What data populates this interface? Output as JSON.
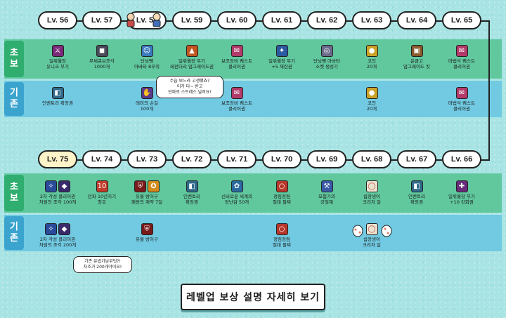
{
  "row_labels": {
    "beginner": "초\n보",
    "existing": "기\n존"
  },
  "top_levels": [
    "Lv. 56",
    "Lv. 57",
    "Lv. 58",
    "Lv. 59",
    "Lv. 60",
    "Lv. 61",
    "Lv. 62",
    "Lv. 63",
    "Lv. 64",
    "Lv. 65"
  ],
  "bottom_levels": [
    "Lv. 75",
    "Lv. 74",
    "Lv. 73",
    "Lv. 72",
    "Lv. 71",
    "Lv. 70",
    "Lv. 69",
    "Lv. 68",
    "Lv. 67",
    "Lv. 66"
  ],
  "top_beginner": [
    {
      "caption": "일뤼월장\n유니크 무기",
      "icons": [
        "sword-icon"
      ]
    },
    {
      "caption": "무셰큐브조각\n1000개",
      "icons": [
        "cube-icon"
      ]
    },
    {
      "caption": "단닝뺑\n아바타 8부위",
      "icons": [
        "avatar-icon"
      ]
    },
    {
      "caption": "일뤼월장 무기\n레전더리 업그레이드권",
      "icons": [
        "upgrade-scroll-icon"
      ]
    },
    {
      "caption": "보조장비 퀘스트\n클리어권",
      "icons": [
        "ticket-icon"
      ]
    },
    {
      "caption": "일뤼월장 무기\n+5 재련권",
      "icons": [
        "refine-icon"
      ]
    },
    {
      "caption": "단닝뺑 아바타\n소켓 생성기",
      "icons": [
        "socket-icon"
      ]
    },
    {
      "caption": "코인\n20개",
      "icons": [
        "coin-icon"
      ]
    },
    {
      "caption": "은금고\n업그레이드 킷",
      "icons": [
        "chest-icon"
      ]
    },
    {
      "caption": "마법석 퀘스트\n클리어권",
      "icons": [
        "ticket-icon"
      ]
    }
  ],
  "top_existing": [
    {
      "slot": 0,
      "caption": "인벤토리 확장권",
      "icons": [
        "bag-icon"
      ]
    },
    {
      "slot": 2,
      "caption": "레미의 손길\n100개",
      "icons": [
        "hand-icon"
      ]
    },
    {
      "slot": 4,
      "caption": "보조장비 퀘스트\n클리어권",
      "icons": [
        "ticket-icon"
      ]
    },
    {
      "slot": 7,
      "caption": "코인\n20개",
      "icons": [
        "coin-icon"
      ]
    },
    {
      "slot": 9,
      "caption": "마법석 퀘스트\n클리어권",
      "icons": [
        "ticket-icon"
      ]
    }
  ],
  "bottom_beginner": [
    {
      "caption": "2차 각성 클리어권\n차원의 조각 100개",
      "icons": [
        "awaken-icon",
        "shard-icon"
      ]
    },
    {
      "caption": "던파 10년지기\n칭호",
      "icons": [
        "title-icon"
      ]
    },
    {
      "caption": "유물 방어구\n패왕의 계약 7일",
      "icons": [
        "armor-icon",
        "contract-icon"
      ]
    },
    {
      "caption": "인벤토리\n확장권",
      "icons": [
        "bag-icon"
      ]
    },
    {
      "caption": "신비로운 세계의\n장난감 50개",
      "icons": [
        "toy-icon"
      ]
    },
    {
      "caption": "정림정림\n절대 팔찌",
      "icons": [
        "bracelet-icon"
      ]
    },
    {
      "caption": "모험가의\n강철재",
      "icons": [
        "hammer-icon"
      ]
    },
    {
      "caption": "쉽장생이\n크리처 알",
      "icons": [
        "egg-icon"
      ]
    },
    {
      "caption": "인벤토리\n확장권",
      "icons": [
        "bag-icon"
      ]
    },
    {
      "caption": "일뤼월장 무기\n+10 강화권",
      "icons": [
        "enhance-icon"
      ]
    }
  ],
  "bottom_existing": [
    {
      "slot": 0,
      "caption": "2차 각성 클리어권\n차원의 조각 200개",
      "icons": [
        "awaken-icon",
        "shard-icon"
      ]
    },
    {
      "slot": 2,
      "caption": "유물 방어구",
      "icons": [
        "armor-icon"
      ]
    },
    {
      "slot": 5,
      "caption": "정림정림\n절대 팔찌",
      "icons": [
        "bracelet-icon"
      ]
    },
    {
      "slot": 7,
      "caption": "쉽장생이\n크리처 알",
      "icons": [
        "egg-icon"
      ]
    }
  ],
  "bubble_top": "수습 보느라 고생했죠?\n이거 다~ 받고\n던파로 스트레스 날려요!",
  "bubble_bottom": "기존 유법가남부덧?!\n차조가 200개야이요!",
  "cta_label": "레벨업 보상 설명 자세히 보기",
  "colors": {
    "icon_palette": {
      "sword-icon": "#7b2a7a",
      "cube-icon": "#4a4a5a",
      "avatar-icon": "#3a7abf",
      "upgrade-scroll-icon": "#c2551f",
      "ticket-icon": "#b23a6a",
      "refine-icon": "#2c5aa0",
      "socket-icon": "#6a6a8a",
      "coin-icon": "#c9a227",
      "chest-icon": "#8a5a2a",
      "bag-icon": "#2f6a8a",
      "hand-icon": "#5a3a8a",
      "awaken-icon": "#2a4a9a",
      "shard-icon": "#3a2a6a",
      "title-icon": "#c23a2a",
      "armor-icon": "#7a1a1a",
      "contract-icon": "#d48a1a",
      "toy-icon": "#2a6aa0",
      "bracelet-icon": "#b8372a",
      "hammer-icon": "#3a5aa8",
      "egg-icon": "#e8e2cf",
      "enhance-icon": "#6a2a7a"
    }
  }
}
